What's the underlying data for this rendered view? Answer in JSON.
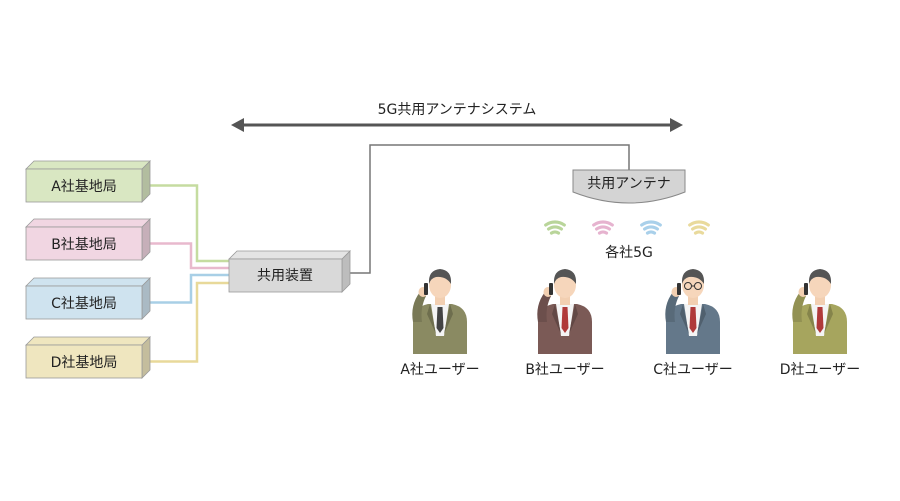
{
  "system_label": "5G共用アンテナシステム",
  "antenna_label": "共用アンテナ",
  "shared_device_label": "共用装置",
  "signal_label": "各社5G",
  "stations": [
    {
      "label": "A社基地局",
      "color": "#d9e7c2",
      "line_color": "#c5dca0"
    },
    {
      "label": "B社基地局",
      "color": "#f1d6e2",
      "line_color": "#e8b9cd"
    },
    {
      "label": "C社基地局",
      "color": "#cfe3ef",
      "line_color": "#a8cfe6"
    },
    {
      "label": "D社基地局",
      "color": "#efe6bf",
      "line_color": "#e8d99a"
    }
  ],
  "signal_colors": [
    "#b9d59a",
    "#e6b3cf",
    "#a9d0ea",
    "#e9da9c"
  ],
  "users": [
    {
      "label": "A社ユーザー",
      "suit_color": "#8a8a62",
      "tie_color": "#444444",
      "glasses": false
    },
    {
      "label": "B社ユーザー",
      "suit_color": "#7b5a56",
      "tie_color": "#b03a3a",
      "glasses": false
    },
    {
      "label": "C社ユーザー",
      "suit_color": "#64788a",
      "tie_color": "#b03a3a",
      "glasses": true
    },
    {
      "label": "D社ユーザー",
      "suit_color": "#a6a55e",
      "tie_color": "#b03a3a",
      "glasses": false
    }
  ]
}
